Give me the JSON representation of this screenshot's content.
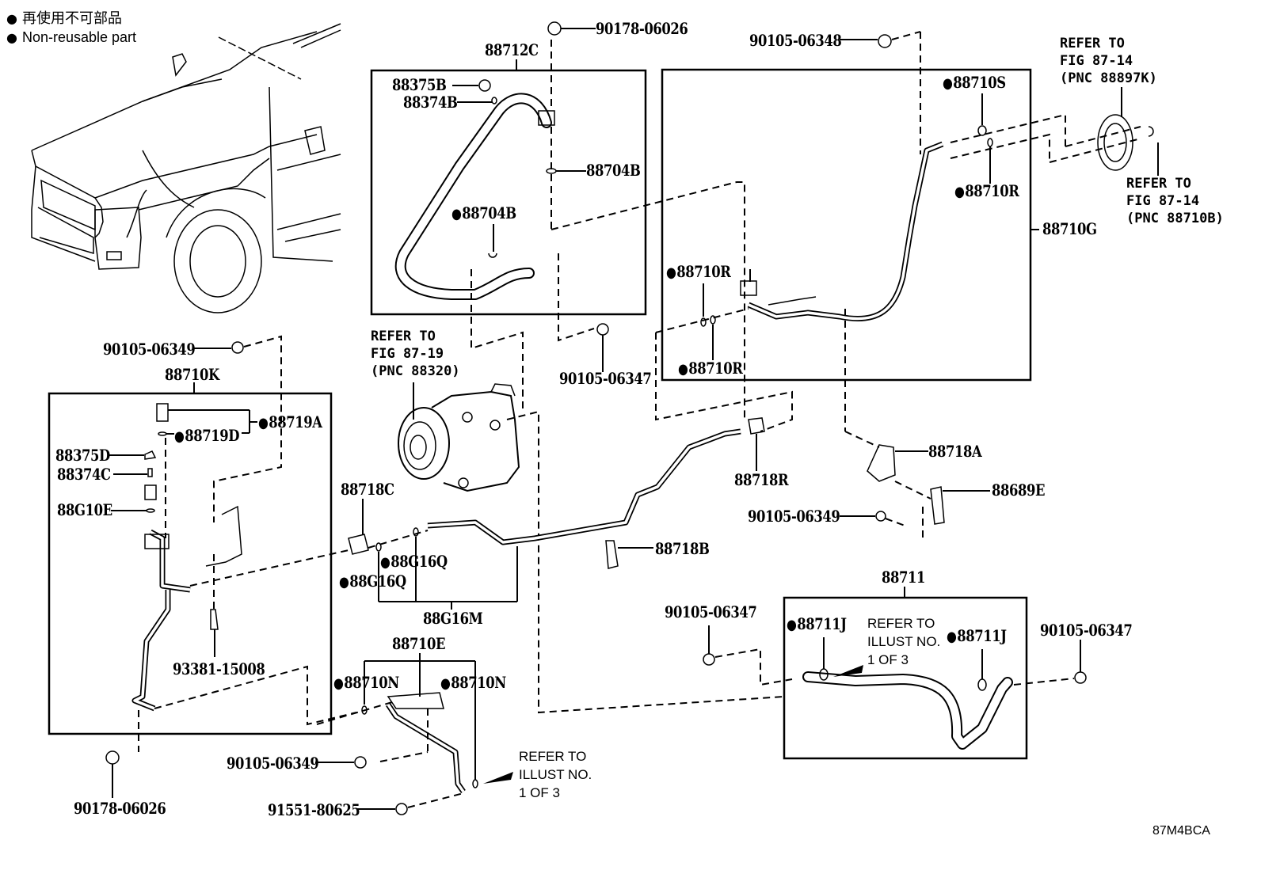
{
  "legend": {
    "line1": "再使用不可部品",
    "line2": "Non-reusable part"
  },
  "figure_id": "87M4BCA",
  "labels": {
    "p_90178_06026_top": "90178-06026",
    "p_88712C": "88712C",
    "p_88375B": "88375B",
    "p_88374B": "88374B",
    "p_88704B_a": "88704B",
    "p_88704B_b": "88704B",
    "p_90105_06348": "90105-06348",
    "p_88710S": "88710S",
    "p_88710R_a": "88710R",
    "p_88710G": "88710G",
    "p_88710R_b": "88710R",
    "p_88710R_c": "88710R",
    "p_90105_06349_a": "90105-06349",
    "p_88710K": "88710K",
    "p_88719A": "88719A",
    "p_88719D": "88719D",
    "p_88375D": "88375D",
    "p_88374C": "88374C",
    "p_88G10E": "88G10E",
    "p_93381_15008": "93381-15008",
    "p_90178_06026_bottom": "90178-06026",
    "p_90105_06347_a": "90105-06347",
    "p_88718C": "88718C",
    "p_88G16Q_a": "88G16Q",
    "p_88G16Q_b": "88G16Q",
    "p_88G16M": "88G16M",
    "p_88718R": "88718R",
    "p_88718B": "88718B",
    "p_88718A": "88718A",
    "p_88689E": "88689E",
    "p_90105_06349_b": "90105-06349",
    "p_88710E": "88710E",
    "p_88710N_a": "88710N",
    "p_88710N_b": "88710N",
    "p_90105_06349_c": "90105-06349",
    "p_91551_80625": "91551-80625",
    "p_88711": "88711",
    "p_90105_06347_b": "90105-06347",
    "p_88711J_a": "88711J",
    "p_88711J_b": "88711J",
    "p_90105_06347_c": "90105-06347"
  },
  "references": {
    "fig_87_19": "REFER TO\nFIG 87-19\n(PNC 88320)",
    "fig_87_14_top": "REFER TO\nFIG 87-14\n(PNC 88897K)",
    "fig_87_14_bottom": "REFER TO\nFIG 87-14\n(PNC 88710B)",
    "illust_88711": "REFER TO\nILLUST NO.\n1 OF 3",
    "illust_88710E": "REFER TO\nILLUST NO.\n1 OF 3"
  }
}
